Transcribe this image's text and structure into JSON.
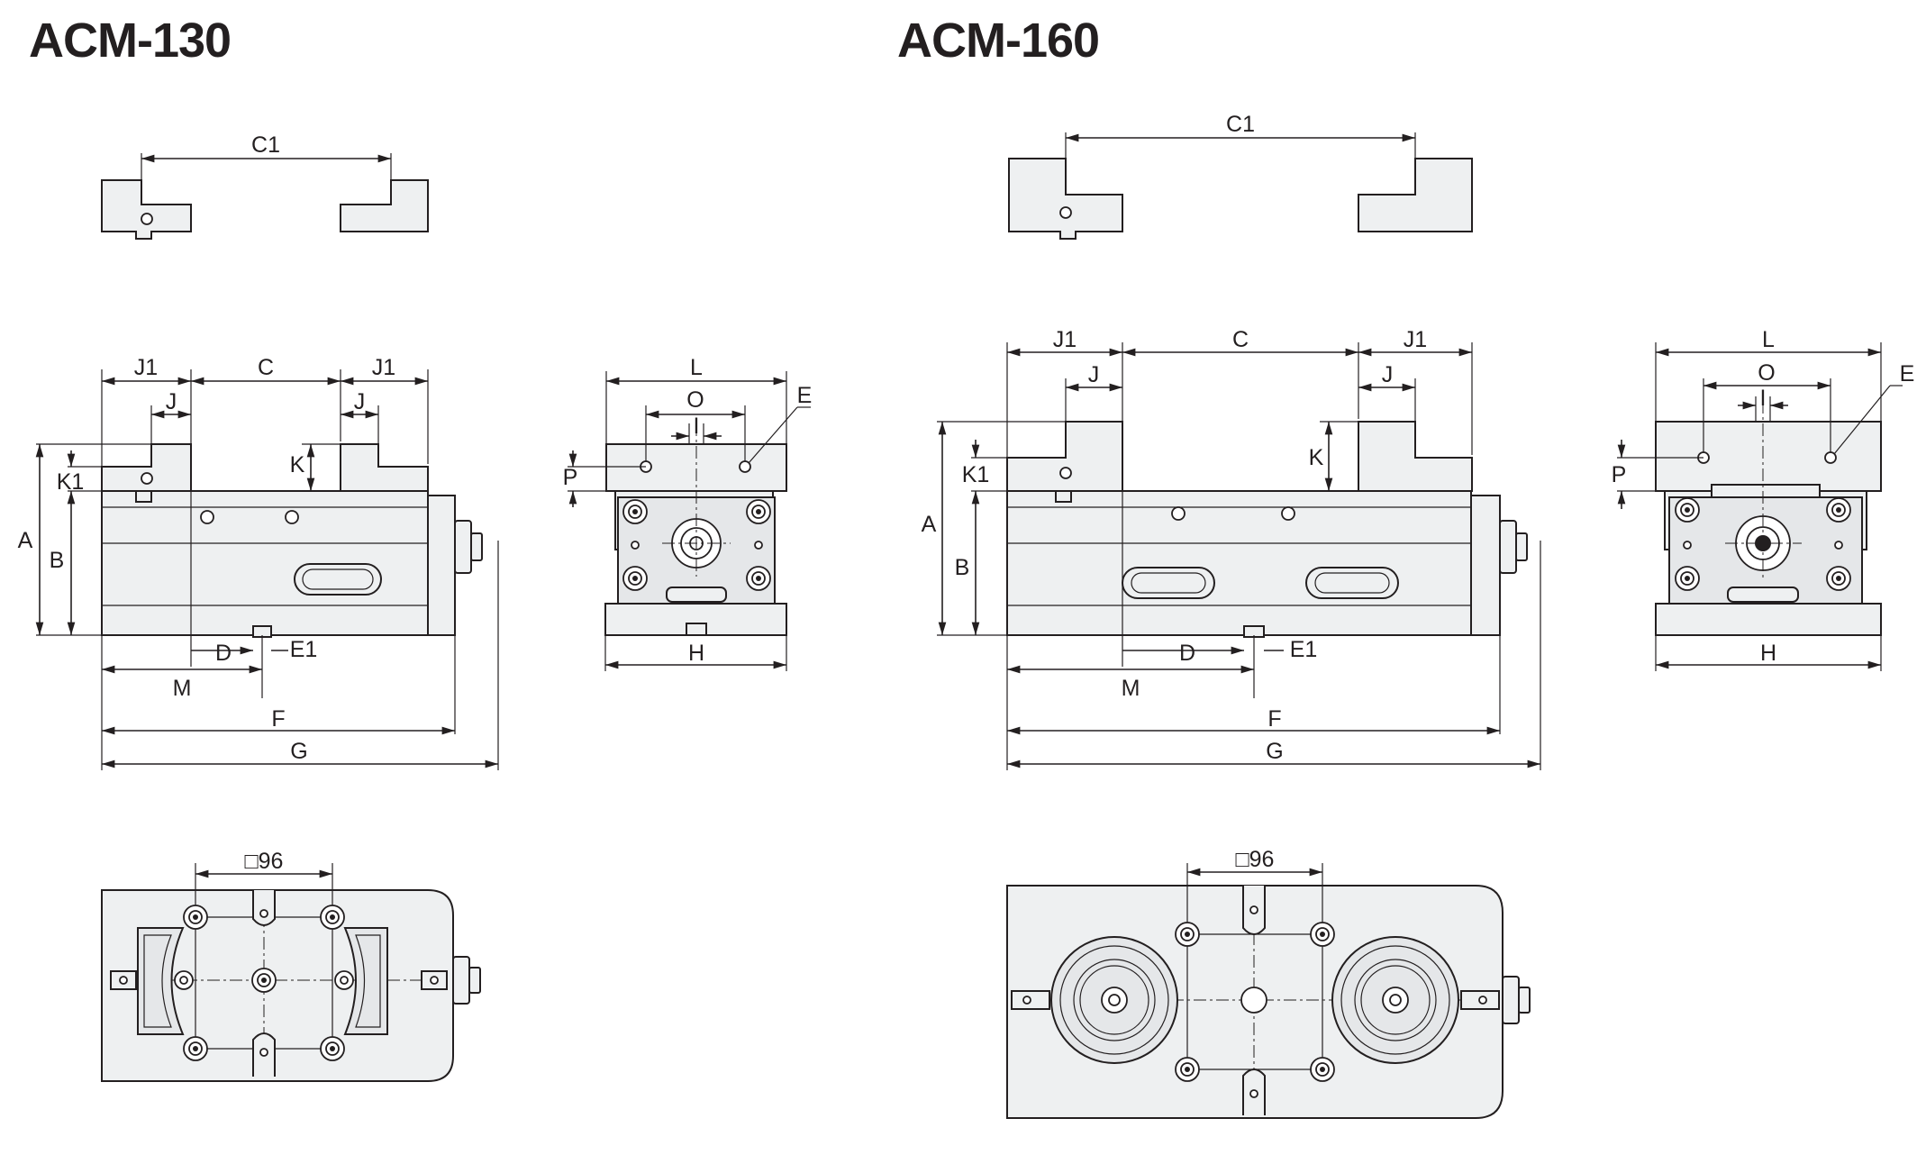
{
  "models": [
    {
      "id": "acm130",
      "title": "ACM-130"
    },
    {
      "id": "acm160",
      "title": "ACM-160"
    }
  ],
  "dimension_labels": {
    "A": "A",
    "B": "B",
    "C": "C",
    "C1": "C1",
    "D": "D",
    "E": "E",
    "E1": "E1",
    "F": "F",
    "G": "G",
    "H": "H",
    "I": "I",
    "J": "J",
    "J1": "J1",
    "K": "K",
    "K1": "K1",
    "L": "L",
    "M": "M",
    "O": "O",
    "P": "P"
  },
  "bolt_pattern_label": "□96",
  "colors": {
    "ink": "#231f20",
    "body_fill": "#eef0f1",
    "background": "#ffffff"
  }
}
